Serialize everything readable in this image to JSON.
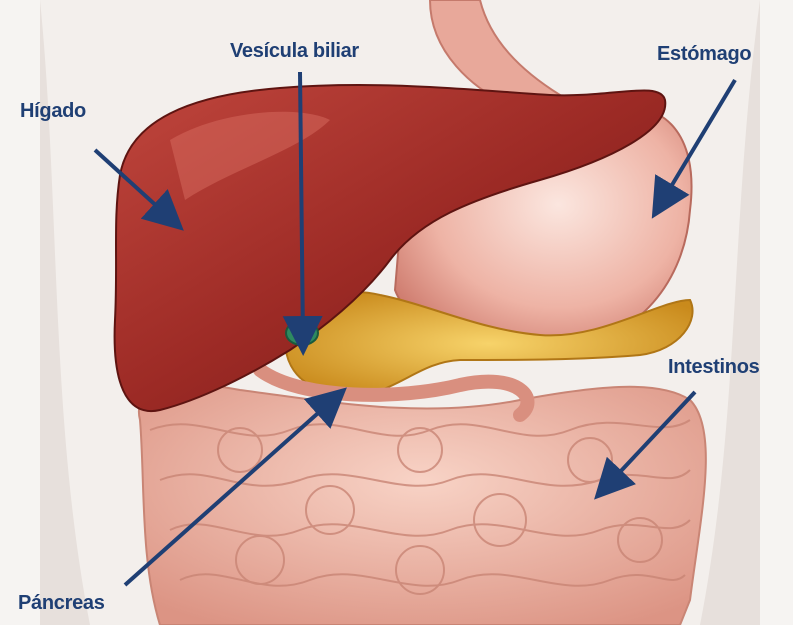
{
  "labels": {
    "liver": "Hígado",
    "gallbladder": "Vesícula biliar",
    "stomach": "Estómago",
    "intestines": "Intestinos",
    "pancreas": "Páncreas"
  },
  "colors": {
    "label_text": "#1f3f74",
    "arrow": "#1f3f74",
    "liver": "#9c2a25",
    "stomach": "#e9a99c",
    "pancreas": "#e8b33a",
    "gallbladder": "#2e8a60",
    "intestines": "#f1b7a6"
  }
}
